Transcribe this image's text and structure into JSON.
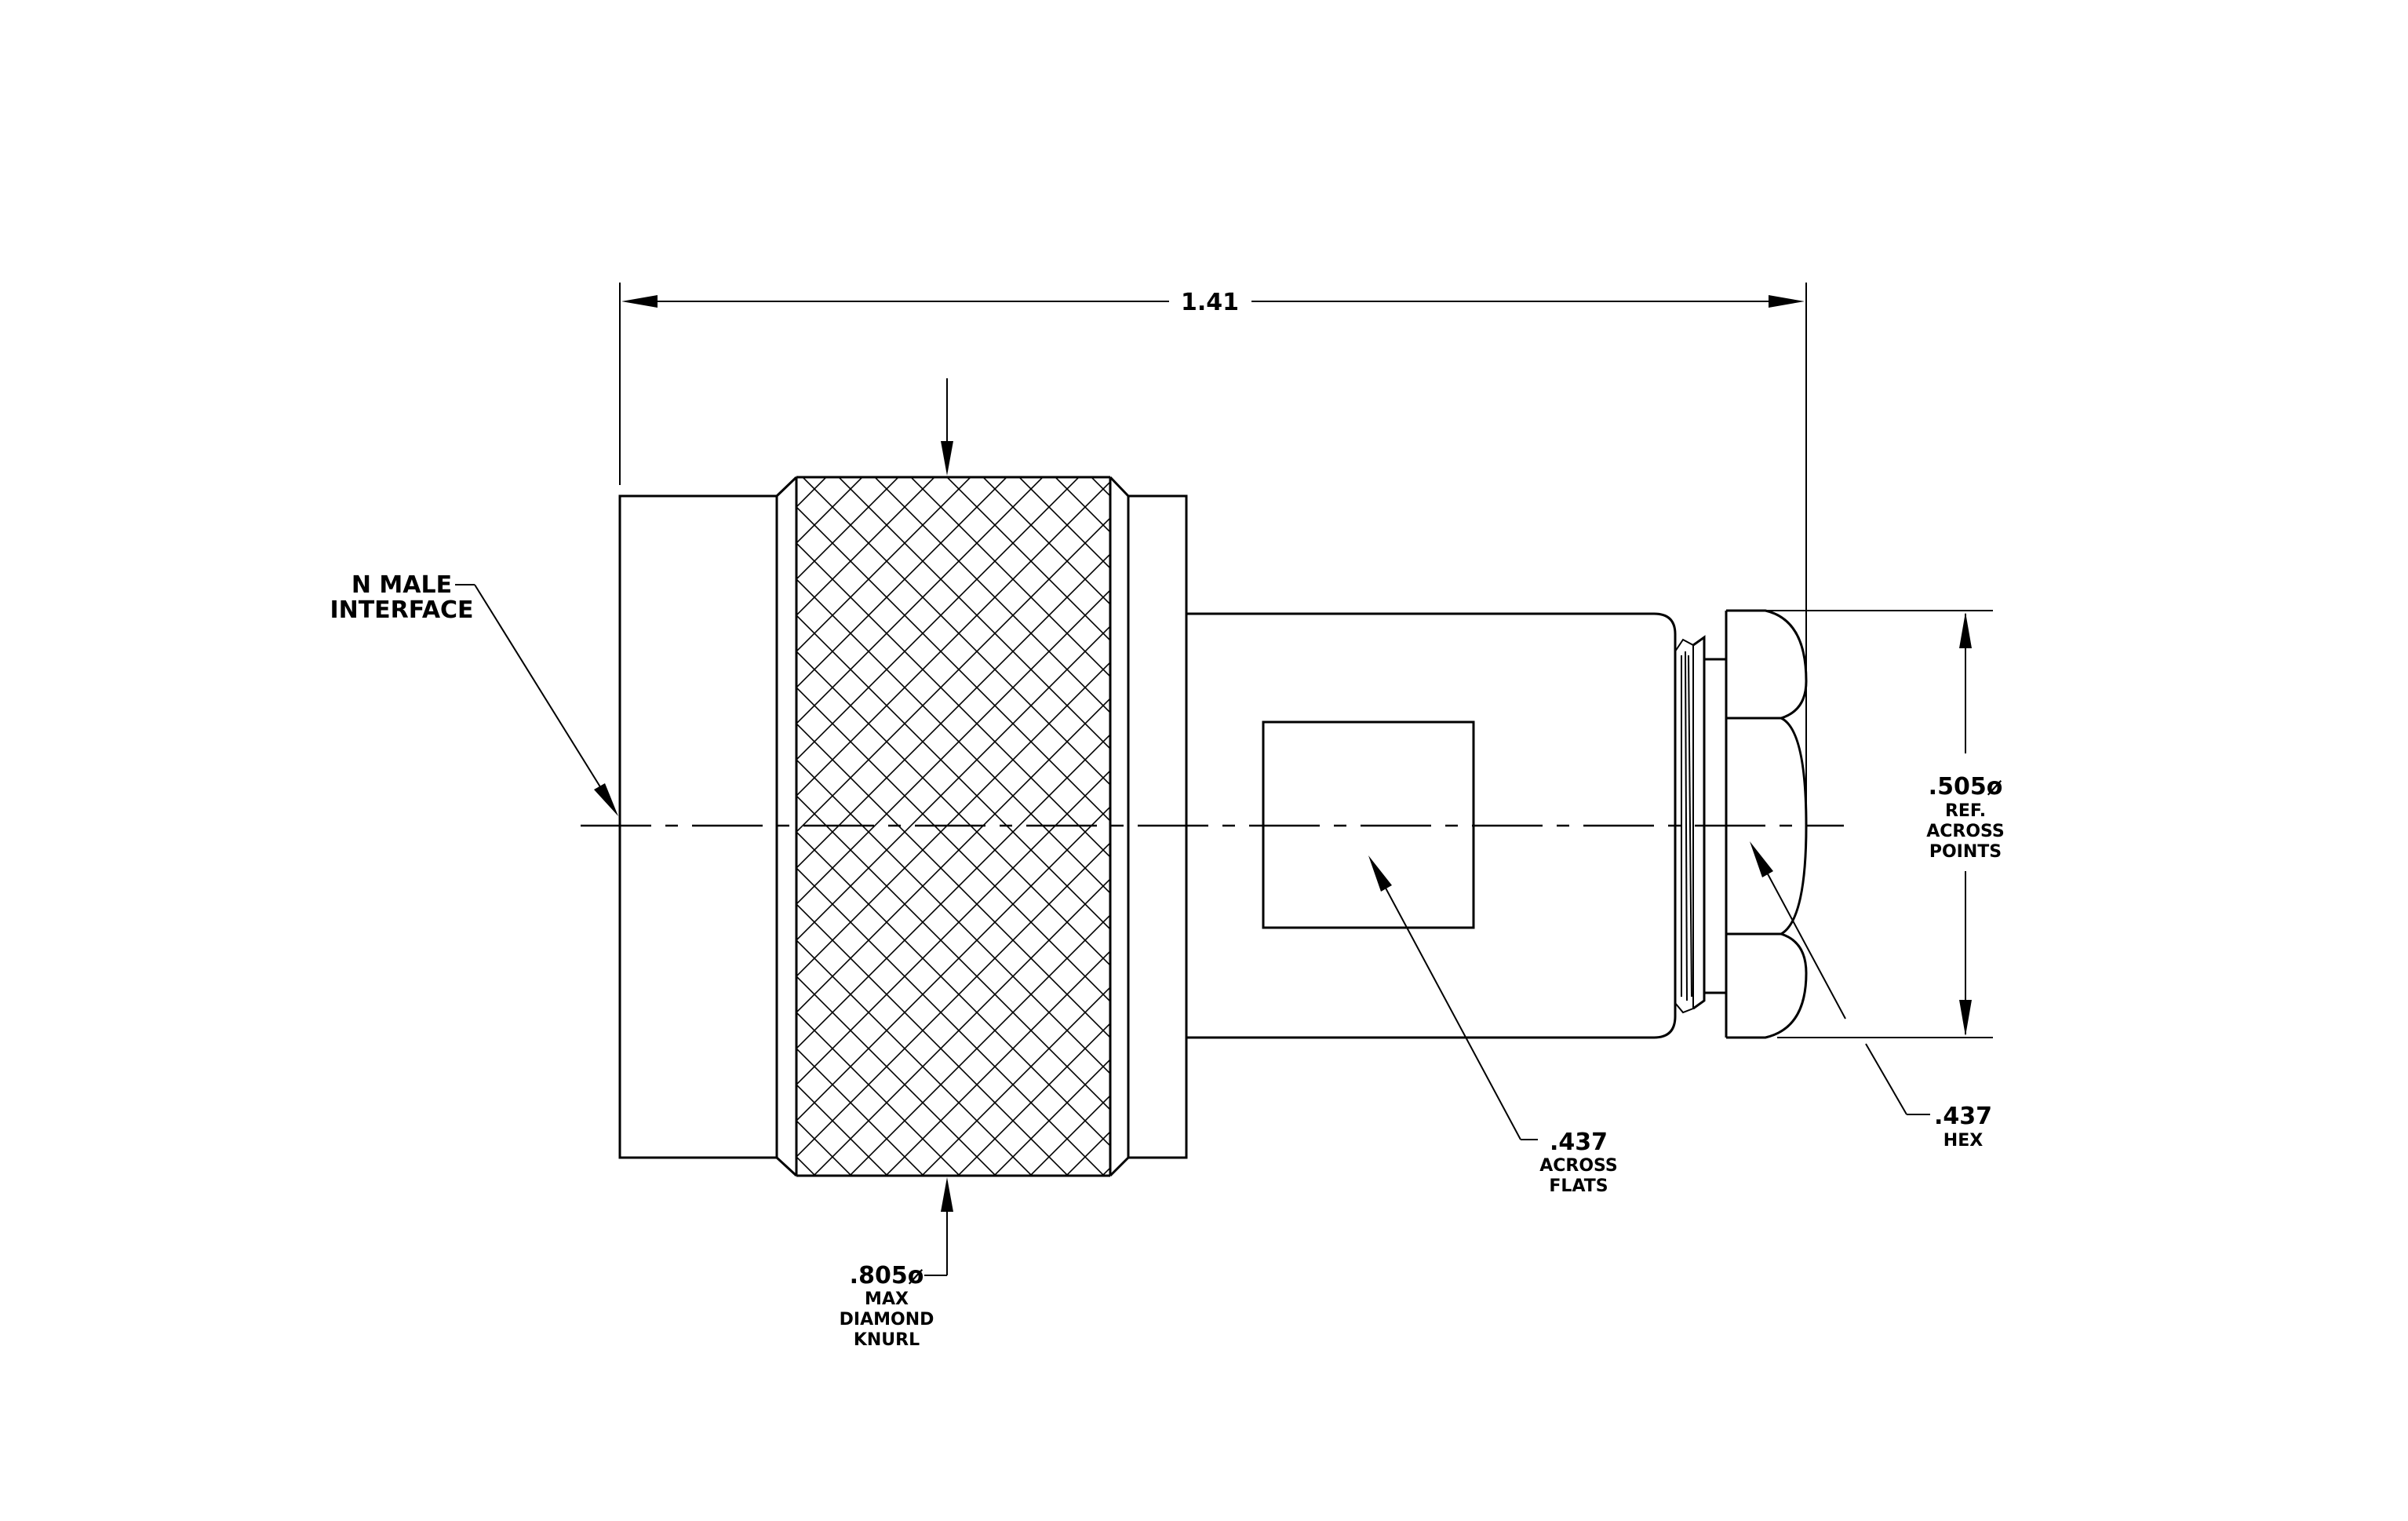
{
  "dimensions": {
    "overall_length": "1.41",
    "knurl": {
      "value": ".805ø",
      "line1": "MAX",
      "line2": "DIAMOND",
      "line3": "KNURL"
    },
    "hex_points": {
      "value": ".505ø",
      "line1": "REF.",
      "line2": "ACROSS",
      "line3": "POINTS"
    },
    "flats": {
      "value": ".437",
      "line1": "ACROSS",
      "line2": "FLATS"
    },
    "hex": {
      "value": ".437",
      "line1": "HEX"
    }
  },
  "callouts": {
    "interface_line1": "N  MALE",
    "interface_line2": "INTERFACE"
  }
}
